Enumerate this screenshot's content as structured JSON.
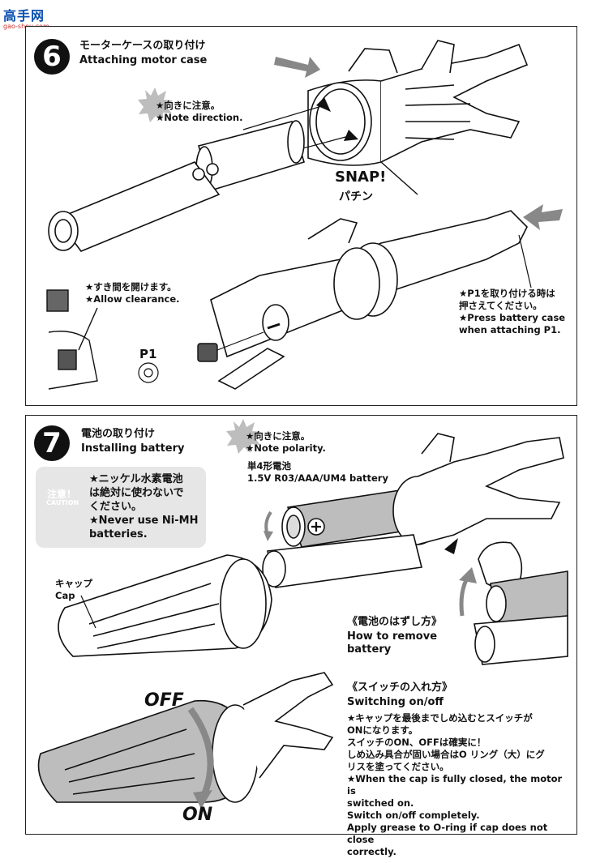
{
  "logo": {
    "main": "高手网",
    "sub": "gao-shou.com"
  },
  "step6": {
    "number": "6",
    "title_jp": "モーターケースの取り付け",
    "title_en": "Attaching motor case",
    "note_direction_jp": "★向きに注意。",
    "note_direction_en": "★Note direction.",
    "snap_en": "SNAP!",
    "snap_jp": "パチン",
    "clearance_jp": "★すき間を開けます。",
    "clearance_en": "★Allow clearance.",
    "part_label": "P1",
    "press_jp_1": "★P1を取り付ける時は",
    "press_jp_2": "押さえてください。",
    "press_en_1": "★Press battery case",
    "press_en_2": "when attaching P1."
  },
  "step7": {
    "number": "7",
    "title_jp": "電池の取り付け",
    "title_en": "Installing battery",
    "polarity_jp": "★向きに注意。",
    "polarity_en": "★Note polarity.",
    "battery_jp": "単4形電池",
    "battery_en": "1.5V R03/AAA/UM4 battery",
    "caution_jp_label": "注意！",
    "caution_en_label": "CAUTION",
    "caution_jp_1": "★ニッケル水素電池",
    "caution_jp_2": "は絶対に使わないで",
    "caution_jp_3": "ください。",
    "caution_en_1": "★Never use Ni-MH",
    "caution_en_2": "batteries.",
    "cap_jp": "キャップ",
    "cap_en": "Cap",
    "remove_jp": "《電池のはずし方》",
    "remove_en_1": "How to remove",
    "remove_en_2": "battery",
    "switch_jp": "《スイッチの入れ方》",
    "switch_en": "Switching on/off",
    "off_label": "OFF",
    "on_label": "ON",
    "switch_note_jp_1": "★キャップを最後までしめ込むとスイッチが",
    "switch_note_jp_2": "ONになります。",
    "switch_note_jp_3": "スイッチのON、OFFは確実に！",
    "switch_note_jp_4": "しめ込み具合が固い場合はO リング（大）にグ",
    "switch_note_jp_5": "リスを塗ってください。",
    "switch_note_en_1": "★When the cap is fully closed, the motor is",
    "switch_note_en_2": "switched on.",
    "switch_note_en_3": "Switch on/off completely.",
    "switch_note_en_4": "Apply grease to O-ring if cap does not close",
    "switch_note_en_5": "correctly."
  },
  "colors": {
    "ink": "#111111",
    "gray": "#bdbdbd",
    "light": "#e6e6e6",
    "logo_blue": "#0a4fb0",
    "logo_red": "#d03030"
  }
}
